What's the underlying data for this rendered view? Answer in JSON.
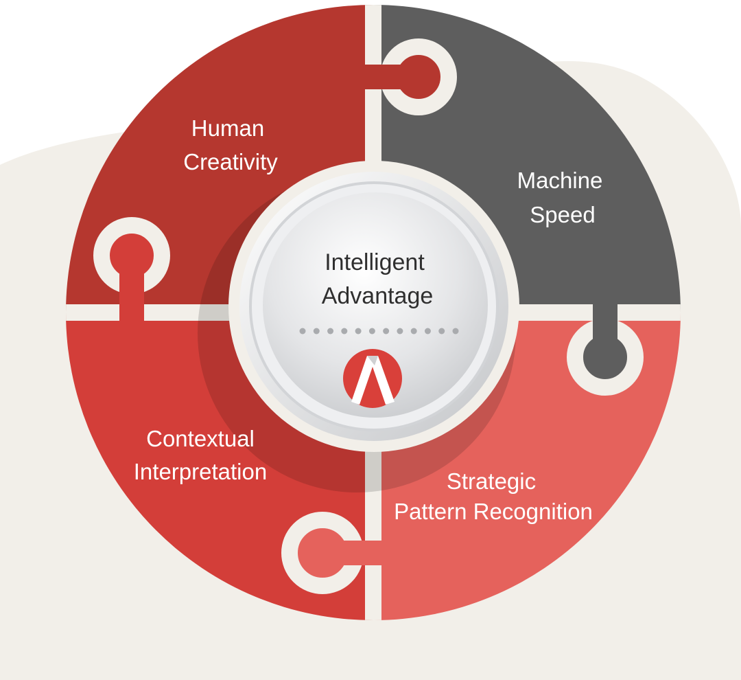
{
  "center": {
    "line1": "Intelligent",
    "line2": "Advantage",
    "dot_count": 12,
    "logo_icon": "a-logo-icon"
  },
  "pieces": [
    {
      "id": "top-left",
      "line1": "Human",
      "line2": "Creativity",
      "color": "#B5372F"
    },
    {
      "id": "top-right",
      "line1": "Machine",
      "line2": "Speed",
      "color": "#5E5E5E"
    },
    {
      "id": "bottom-left",
      "line1": "Contextual",
      "line2": "Interpretation",
      "color": "#D33E39"
    },
    {
      "id": "bottom-right",
      "line1": "Strategic",
      "line2": "Pattern Recognition",
      "color": "#E5625C"
    }
  ],
  "colors": {
    "background_blob": "#F2EFE9",
    "gap": "#F2EFE9",
    "logo_red": "#D9403A"
  }
}
